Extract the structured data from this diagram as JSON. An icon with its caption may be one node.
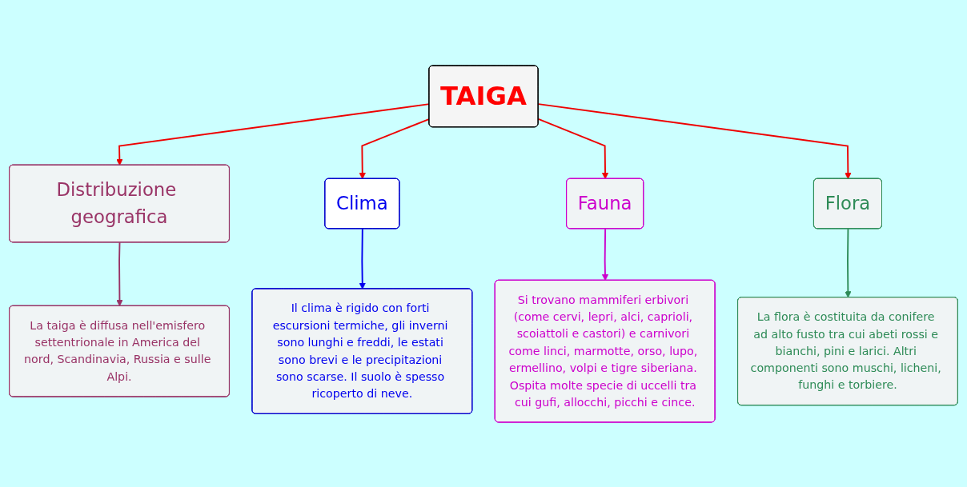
{
  "diagram": {
    "nodes": [
      {
        "text": [
          "TAIGA"
        ]
      },
      {
        "text": [
          "Distribuzione geografica"
        ]
      },
      {
        "text": [
          "La taiga è diffusa nell'emisfero settentrionale in America del nord, Scandinavia, Russia e sulle Alpi."
        ]
      },
      {
        "text": [
          "Clima"
        ]
      },
      {
        "text": [
          "Il clima è rigido con forti escursioni termiche, gli inverni sono lunghi e freddi, le estati sono brevi e le precipitazioni sono scarse. Il suolo è spesso ricoperto di neve."
        ]
      },
      {
        "text": [
          "Fauna"
        ]
      },
      {
        "text": [
          "Si trovano mammiferi erbivori (come cervi, lepri, alci, caprioli, scoiattoli e castori) e carnivori come linci, marmotte, orso, lupo, ermellino, volpi e tigre siberiana. Ospita molte specie di uccelli tra cui gufi, allocchi, picchi e cince."
        ]
      },
      {
        "text": [
          "Flora"
        ]
      },
      {
        "text": [
          "La flora è costituita da conifere ad alto fusto tra cui abeti rossi e bianchi, pini e larici. Altri componenti sono muschi, licheni, funghi e torbiere."
        ]
      }
    ],
    "edges": [
      {
        "from": 0,
        "to": 1,
        "arrow": "to"
      },
      {
        "from": 0,
        "to": 3,
        "arrow": "to"
      },
      {
        "from": 0,
        "to": 5,
        "arrow": "to"
      },
      {
        "from": 0,
        "to": 7,
        "arrow": "to"
      },
      {
        "from": 1,
        "to": 2,
        "arrow": "to",
        "color": "#993366"
      },
      {
        "from": 3,
        "to": 4,
        "arrow": "to",
        "color": "#0000ee"
      },
      {
        "from": 5,
        "to": 6,
        "arrow": "to",
        "color": "#cc00cc"
      },
      {
        "from": 7,
        "to": 8,
        "arrow": "to",
        "color": "#2e8b57"
      }
    ]
  }
}
